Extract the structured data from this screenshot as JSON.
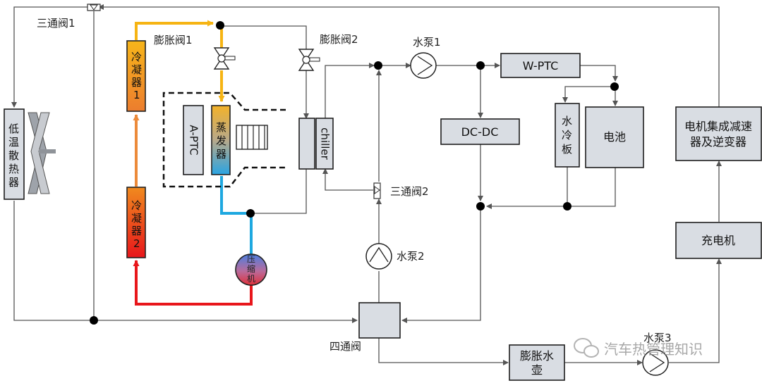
{
  "labels": {
    "valve3_1": "三通阀1",
    "exp_valve1": "膨胀阀1",
    "exp_valve2": "膨胀阀2",
    "pump1": "水泵1",
    "pump2": "水泵2",
    "pump3": "水泵3",
    "valve3_2": "三通阀2",
    "four_way": "四通阀",
    "w_ptc": "W-PTC",
    "dcdc": "DC-DC",
    "water_plate": [
      "水",
      "冷",
      "板"
    ],
    "battery": "电池",
    "motor": [
      "电机集成减速",
      "器及逆变器"
    ],
    "charger": "充电机",
    "exp_tank": [
      "膨胀水",
      "壶"
    ],
    "radiator": [
      "低",
      "温",
      "散",
      "热",
      "器"
    ],
    "condenser1": [
      "冷",
      "凝",
      "器",
      "1"
    ],
    "condenser2": [
      "冷",
      "凝",
      "器",
      "2"
    ],
    "evaporator": [
      "蒸",
      "发",
      "器"
    ],
    "aptc": "A-PTC",
    "chiller": "chiller",
    "compressor": [
      "压",
      "缩",
      "机"
    ]
  },
  "watermark": "汽车热管理知识",
  "colors": {
    "line": "#555555",
    "box_fill": "#d9dde3",
    "refrigerant_hot": "#e8161b",
    "refrigerant_mid": "#ec8a3a",
    "refrigerant_warm": "#f6b413",
    "refrigerant_cold": "#1ea8e0"
  }
}
